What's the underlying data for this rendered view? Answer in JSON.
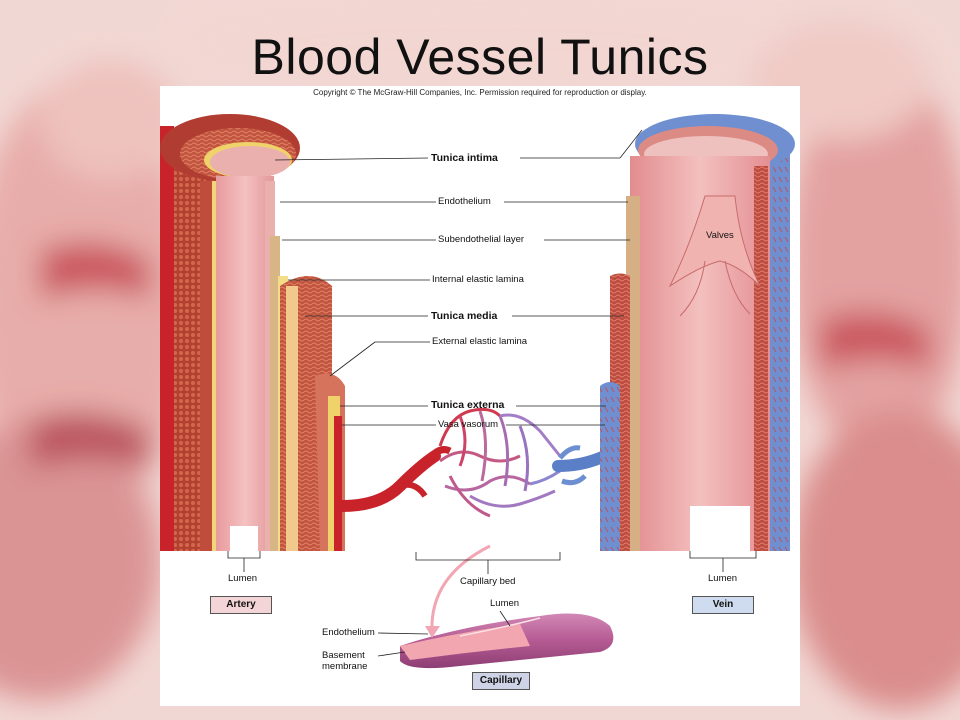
{
  "slide": {
    "title": "Blood Vessel Tunics"
  },
  "figure": {
    "copyright": "Copyright © The McGraw-Hill Companies, Inc. Permission required for reproduction or display.",
    "labels": {
      "tunica_intima": "Tunica intima",
      "endothelium": "Endothelium",
      "subendothelial_layer": "Subendothelial layer",
      "internal_elastic_lamina": "Internal elastic lamina",
      "tunica_media": "Tunica media",
      "external_elastic_lamina": "External elastic lamina",
      "tunica_externa": "Tunica externa",
      "vasa_vasorum": "Vasa vasorum",
      "valves": "Valves",
      "lumen_artery": "Lumen",
      "lumen_vein": "Lumen",
      "capillary_bed": "Capillary bed",
      "cap_lumen": "Lumen",
      "cap_endothelium": "Endothelium",
      "basement_line1": "Basement",
      "basement_line2": "membrane"
    },
    "captions": {
      "artery": "Artery",
      "vein": "Vein",
      "capillary": "Capillary"
    }
  },
  "colors": {
    "artery_red": "#c8232b",
    "artery_media": "#b8402f",
    "intima_pink": "#e9a3a3",
    "vein_blue": "#5b7fc7",
    "vein_pink": "#eaa6a4",
    "elastic_yellow": "#f0d26b",
    "capillary_purple": "#b7649a"
  }
}
